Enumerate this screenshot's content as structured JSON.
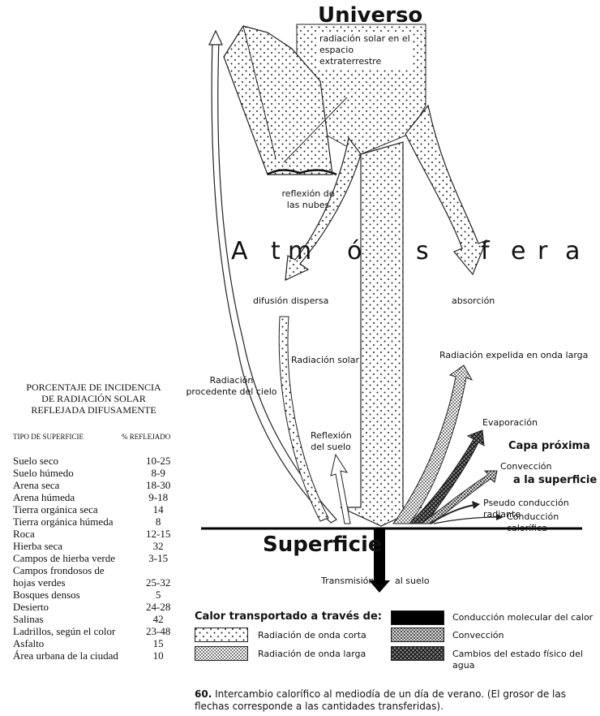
{
  "diagram": {
    "top_title": "Universo",
    "space_radiation_label": "radiación solar en el espacio extraterrestre",
    "cloud_reflection_label": "reflexión de las nubes",
    "atmosphere_letters": [
      "A",
      "t",
      "m",
      "ó",
      "s",
      "f",
      "e",
      "r",
      "a"
    ],
    "scattered_diffusion_label": "difusión dispersa",
    "absorption_label": "absorción",
    "solar_radiation_label": "Radiación solar",
    "sky_radiation_label": "Radiación procedente del cielo",
    "ground_reflection_label": "Reflexión del suelo",
    "longwave_emitted_label": "Radiación expelida en onda larga",
    "evaporation_label": "Evaporación",
    "near_layer_label_1": "Capa próxima",
    "near_layer_label_2": "a la superficie",
    "convection_label": "Convección",
    "pseudo_conduction_label": "Pseudo conducción radiante",
    "heat_conduction_label": "Conducción calorífica",
    "surface_title": "Superficie",
    "transmission_label_1": "Transmisión",
    "transmission_label_2": "al suelo"
  },
  "legend": {
    "title": "Calor transportado a través de:",
    "items": [
      {
        "label": "Conducción molecular del calor",
        "pattern": "solid-black"
      },
      {
        "label": "Radiación de onda corta",
        "pattern": "dots"
      },
      {
        "label": "Convección",
        "pattern": "fine-grid"
      },
      {
        "label": "Radiación de onda larga",
        "pattern": "dense-dots"
      },
      {
        "label": "Cambios del estado físico del agua",
        "pattern": "crosshatch"
      }
    ]
  },
  "table": {
    "title_lines": [
      "PORCENTAJE DE INCIDENCIA",
      "DE RADIACIÓN SOLAR",
      "REFLEJADA DIFUSAMENTE"
    ],
    "col_surface": "TIPO DE SUPERFICIE",
    "col_reflected": "% REFLEJADO",
    "rows": [
      {
        "surface": "Suelo seco",
        "value": "10-25"
      },
      {
        "surface": "Suelo húmedo",
        "value": "8-9"
      },
      {
        "surface": "Arena seca",
        "value": "18-30"
      },
      {
        "surface": "Arena húmeda",
        "value": "9-18"
      },
      {
        "surface": "Tierra orgánica seca",
        "value": "14"
      },
      {
        "surface": "Tierra orgánica húmeda",
        "value": "8"
      },
      {
        "surface": "Roca",
        "value": "12-15"
      },
      {
        "surface": "Hierba seca",
        "value": "32"
      },
      {
        "surface": "Campos de hierba verde",
        "value": "3-15"
      },
      {
        "surface": "Campos frondosos de hojas verdes",
        "value": "25-32"
      },
      {
        "surface": "Bosques densos",
        "value": "5"
      },
      {
        "surface": "Desierto",
        "value": "24-28"
      },
      {
        "surface": "Salinas",
        "value": "42"
      },
      {
        "surface": "Ladrillos, según el color",
        "value": "23-48"
      },
      {
        "surface": "Asfalto",
        "value": "15"
      },
      {
        "surface": "Área urbana de la ciudad",
        "value": "10"
      }
    ]
  },
  "caption": {
    "number": "60.",
    "text": "Intercambio calorífico al mediodía de un día de verano. (El grosor de las flechas corresponde a las cantidades transferidas)."
  }
}
